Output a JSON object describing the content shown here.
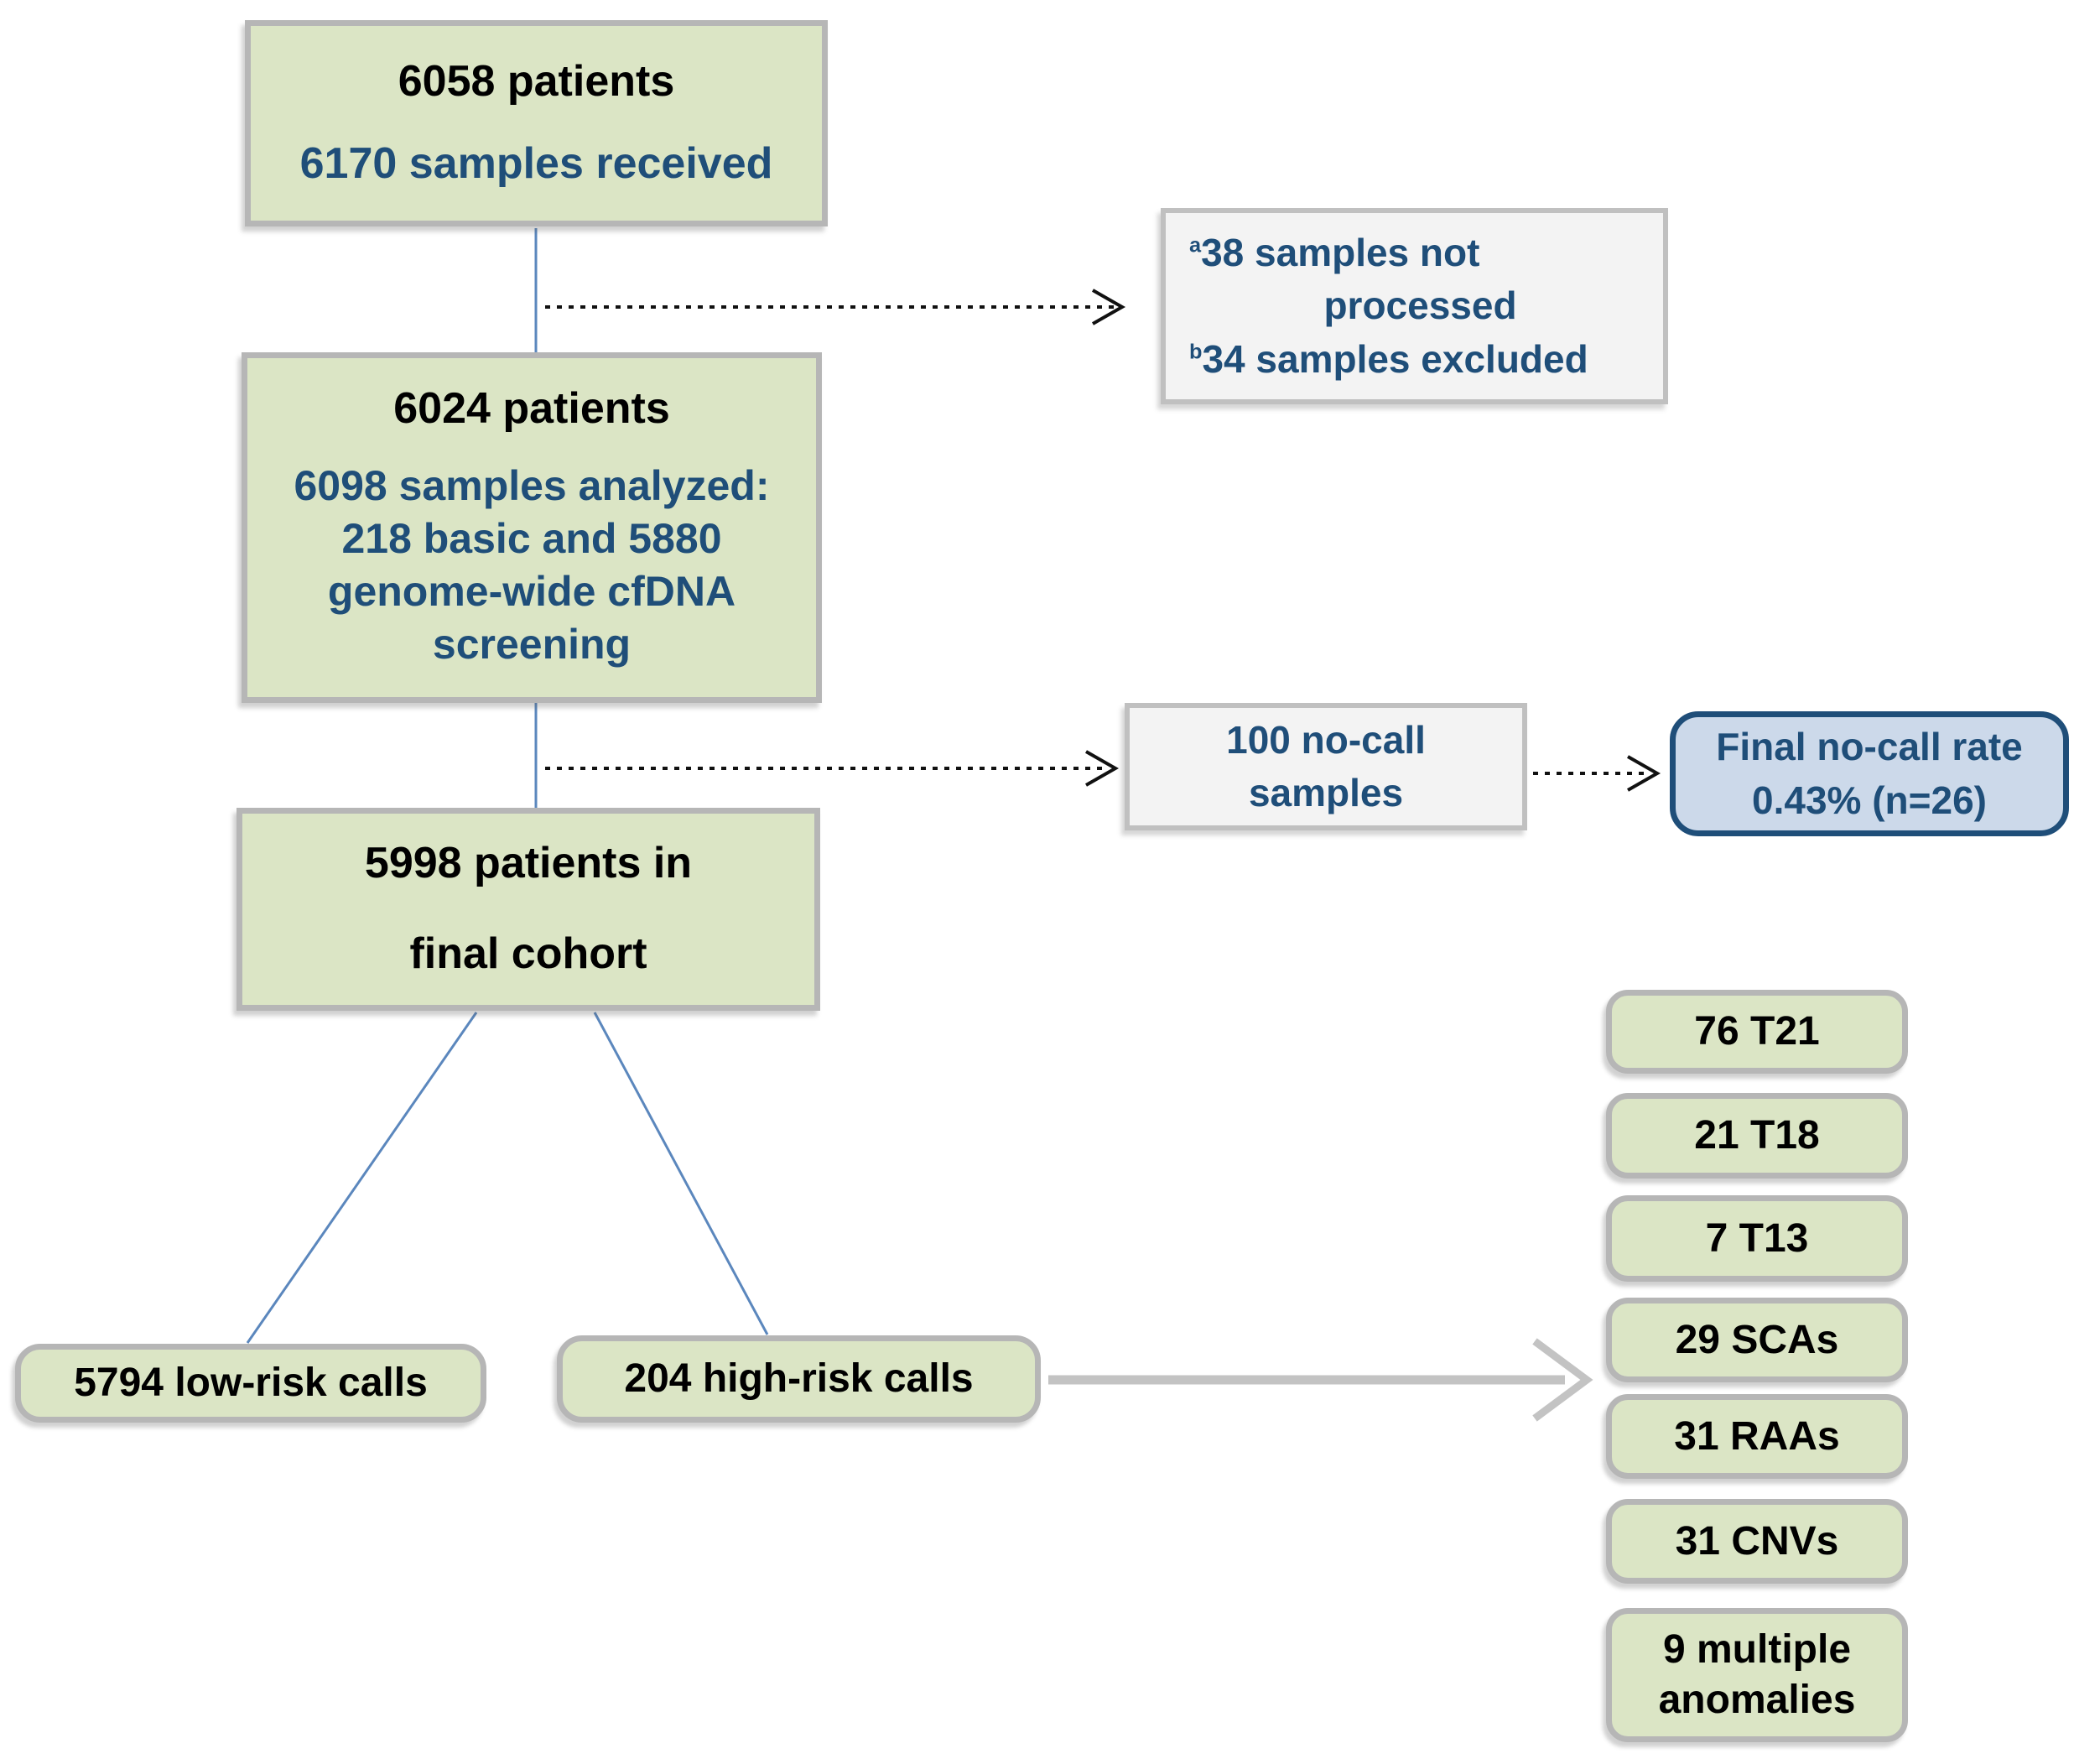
{
  "colors": {
    "node_green_fill": "#dbe5c5",
    "node_border_gray": "#b6b6b6",
    "note_gray_fill": "#f3f3f3",
    "highlight_blue_fill": "#ccd9ea",
    "highlight_blue_border": "#1f4e79",
    "text_blue": "#1f4e79",
    "text_black": "#000000",
    "connector_blue": "#5b87bd",
    "connector_black": "#111111",
    "connector_gray": "#c3c3c3"
  },
  "flow": {
    "box_received": {
      "patients": "6058 patients",
      "samples": "6170 samples received"
    },
    "excluded_note": {
      "sup_a": "a",
      "line1": "38 samples not",
      "line2": "processed",
      "sup_b": "b",
      "line3": "34 samples excluded"
    },
    "box_analyzed": {
      "patients": "6024 patients",
      "samples_lines": [
        "6098 samples analyzed:",
        "218 basic and 5880",
        "genome-wide cfDNA",
        "screening"
      ]
    },
    "no_call": {
      "line1": "100 no-call",
      "line2": "samples"
    },
    "final_rate": {
      "line1": "Final no-call rate",
      "line2": "0.43% (n=26)"
    },
    "box_final_cohort": {
      "line1": "5998 patients in",
      "line2": "final cohort"
    },
    "low_risk": {
      "label": "5794 low-risk calls"
    },
    "high_risk": {
      "label": "204 high-risk calls"
    },
    "outcomes": [
      {
        "label": "76 T21"
      },
      {
        "label": "21 T18"
      },
      {
        "label": "7 T13"
      },
      {
        "label": "29 SCAs"
      },
      {
        "label": "31 RAAs"
      },
      {
        "label": "31 CNVs"
      },
      {
        "label": "9 multiple anomalies"
      }
    ]
  }
}
